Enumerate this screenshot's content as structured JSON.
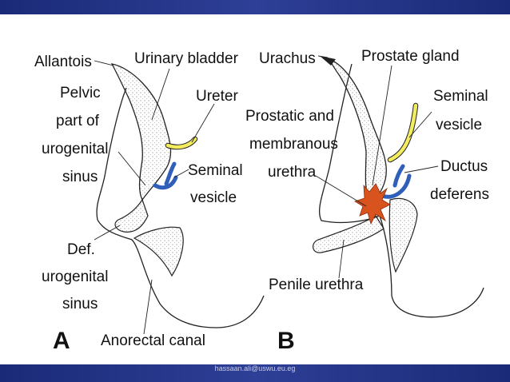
{
  "colors": {
    "banner": "#2a3a8f",
    "ureter_yellow": "#f2ec5e",
    "seminal_blue": "#2f5fb8",
    "prostate_orange": "#d9531e"
  },
  "footer": {
    "email": "hassaan.ali@uswu.eu.eg"
  },
  "panel_a": {
    "letter": "A",
    "labels": {
      "allantois": "Allantois",
      "urinary_bladder": "Urinary bladder",
      "ureter": "Ureter",
      "pelvic_1": "Pelvic",
      "pelvic_2": "part of",
      "pelvic_3": "urogenital",
      "pelvic_4": "sinus",
      "seminal_1": "Seminal",
      "seminal_2": "vesicle",
      "def_1": "Def.",
      "def_2": "urogenital",
      "def_3": "sinus",
      "anorectal": "Anorectal canal"
    }
  },
  "panel_b": {
    "letter": "B",
    "labels": {
      "urachus": "Urachus",
      "prostate_gland": "Prostate gland",
      "seminal_1": "Seminal",
      "seminal_2": "vesicle",
      "prostatic_1": "Prostatic and",
      "prostatic_2": "membranous",
      "prostatic_3": "urethra",
      "ductus_1": "Ductus",
      "ductus_2": "deferens",
      "penile": "Penile urethra"
    }
  }
}
